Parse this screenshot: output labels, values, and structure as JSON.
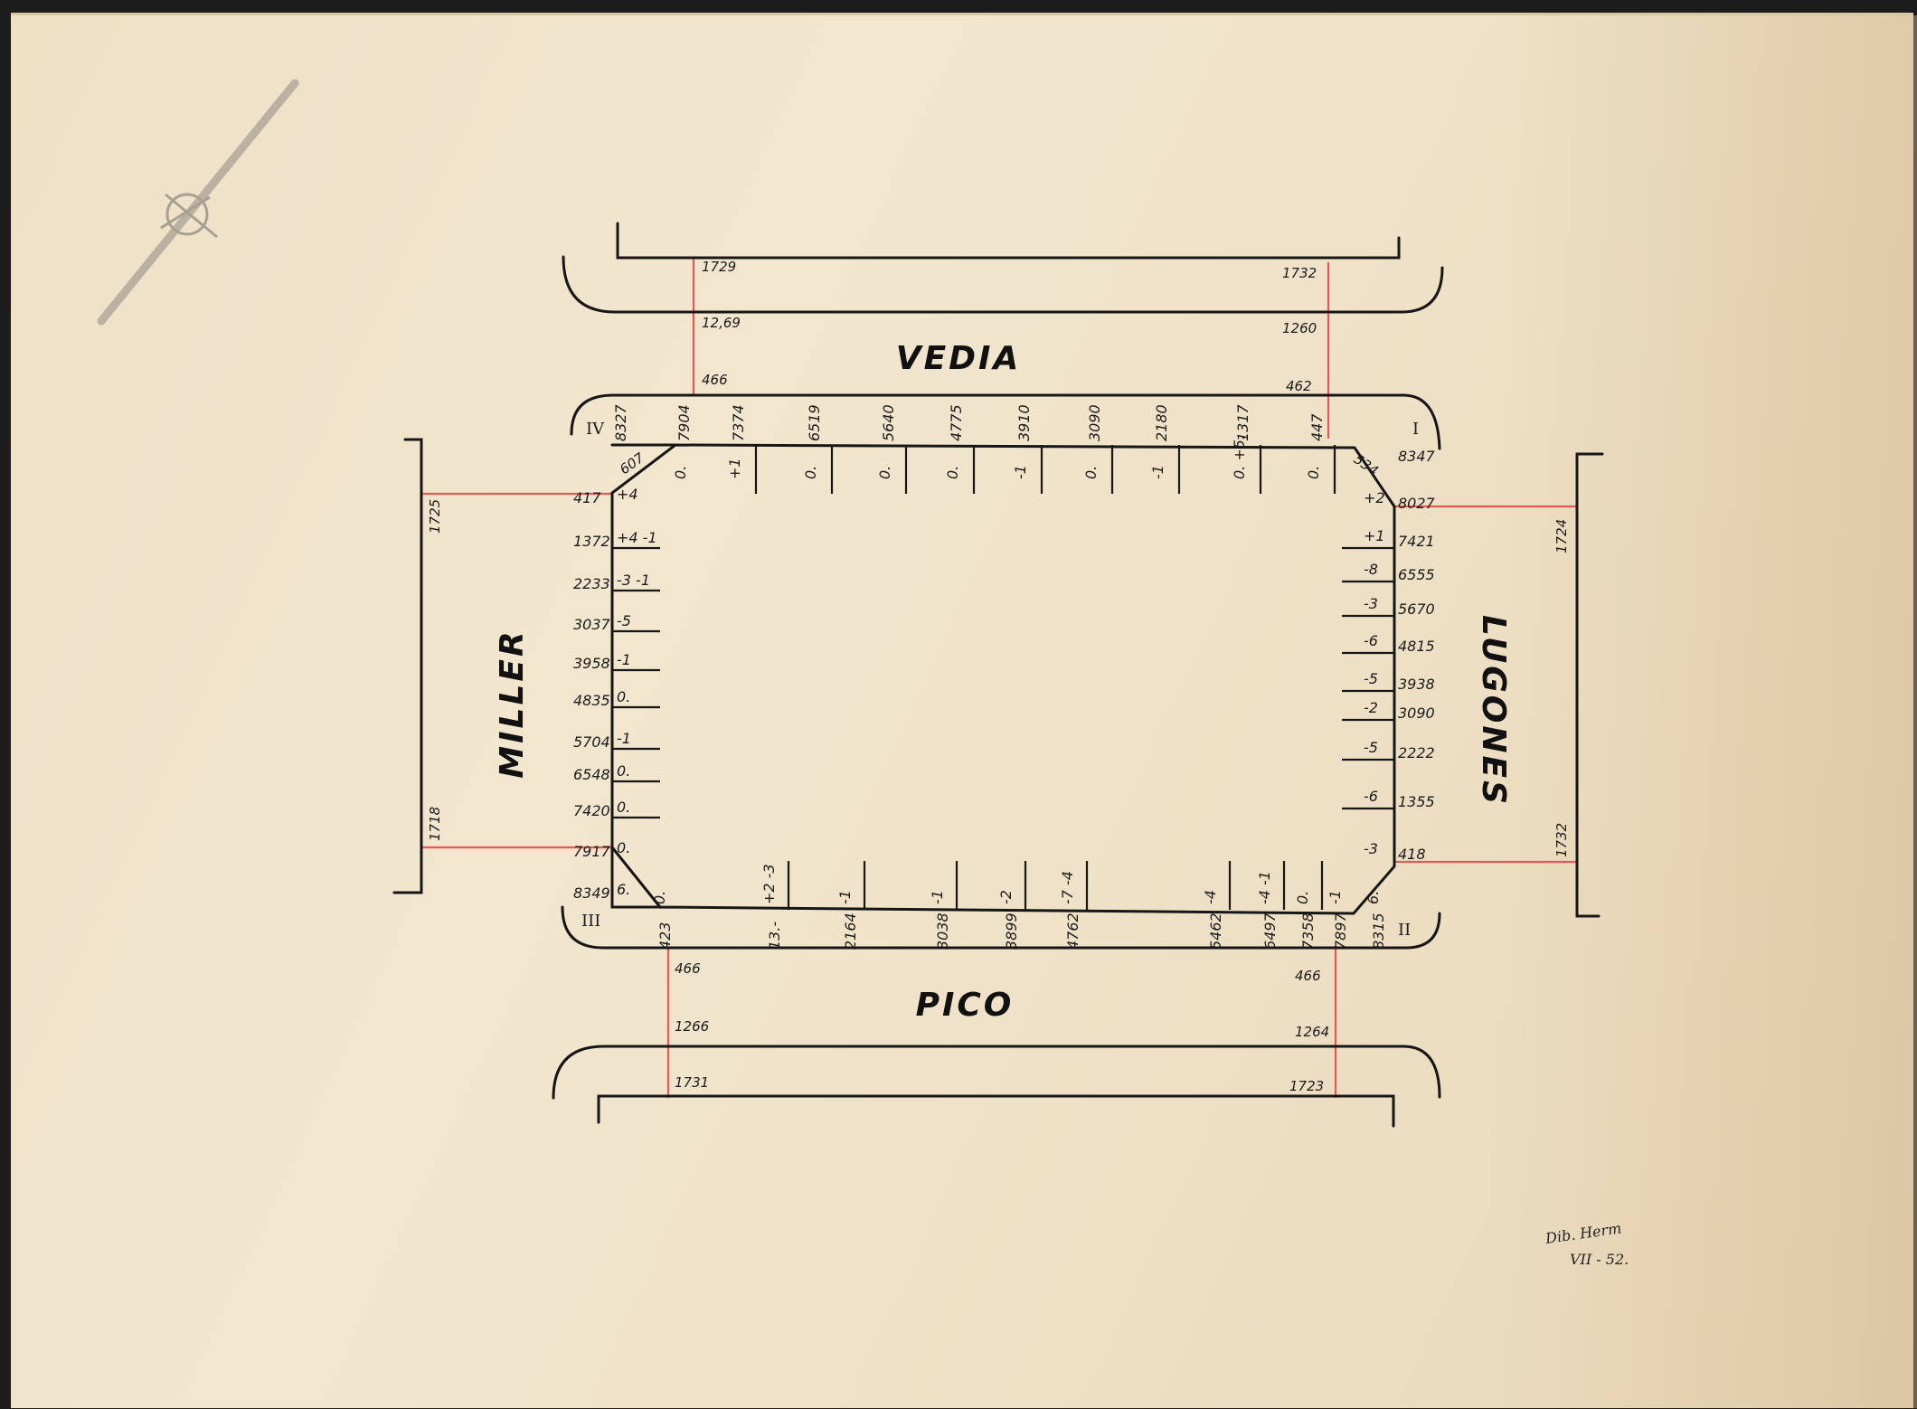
{
  "streets": {
    "north": "VEDIA",
    "south": "PICO",
    "west": "MILLER",
    "east": "LUGONES"
  },
  "corners": [
    "I",
    "II",
    "III",
    "IV"
  ],
  "north": {
    "offsets_left": [
      "1729",
      "12,69",
      "466"
    ],
    "offsets_right": [
      "1732",
      "1260",
      "462"
    ],
    "stations": [
      {
        "s": "8327",
        "d": ""
      },
      {
        "s": "7904",
        "d": "0."
      },
      {
        "s": "7374",
        "d": "+1"
      },
      {
        "s": "6519",
        "d": "0."
      },
      {
        "s": "5640",
        "d": "0."
      },
      {
        "s": "4775",
        "d": "0."
      },
      {
        "s": "3910",
        "d": "-1"
      },
      {
        "s": "3090",
        "d": "0."
      },
      {
        "s": "2180",
        "d": "-1"
      },
      {
        "s": "1317",
        "d": "0. +5."
      },
      {
        "s": "447",
        "d": "0."
      }
    ]
  },
  "west": {
    "offsets": [
      "1725",
      "1718"
    ],
    "stations": [
      {
        "s": "417",
        "d": "+4"
      },
      {
        "s": "1372",
        "d": "+4 -1"
      },
      {
        "s": "2233",
        "d": "-3 -1"
      },
      {
        "s": "3037",
        "d": "-5"
      },
      {
        "s": "3958",
        "d": "-1"
      },
      {
        "s": "4835",
        "d": "0."
      },
      {
        "s": "5704",
        "d": "-1"
      },
      {
        "s": "6548",
        "d": "0."
      },
      {
        "s": "7420",
        "d": "0."
      },
      {
        "s": "7917",
        "d": "0."
      },
      {
        "s": "8349",
        "d": "6."
      }
    ]
  },
  "east": {
    "offsets": [
      "1724",
      "1732"
    ],
    "stations": [
      {
        "s": "8347",
        "d": ""
      },
      {
        "s": "8027",
        "d": "+2"
      },
      {
        "s": "7421",
        "d": "+1"
      },
      {
        "s": "6555",
        "d": "-8"
      },
      {
        "s": "5670",
        "d": "-3"
      },
      {
        "s": "4815",
        "d": "-6"
      },
      {
        "s": "3938",
        "d": "-5"
      },
      {
        "s": "3090",
        "d": "-2"
      },
      {
        "s": "2222",
        "d": "-5"
      },
      {
        "s": "1355",
        "d": "-6"
      },
      {
        "s": "418",
        "d": "-3"
      }
    ],
    "chamfer": "534"
  },
  "south": {
    "offsets_left": [
      "466",
      "1266",
      "1731"
    ],
    "offsets_right": [
      "466",
      "1264",
      "1723"
    ],
    "stations": [
      {
        "s": "423",
        "d": "0."
      },
      {
        "s": "13.-",
        "d": "+2 -3"
      },
      {
        "s": "2164",
        "d": "-1"
      },
      {
        "s": "3038",
        "d": "-1"
      },
      {
        "s": "3899",
        "d": "-2"
      },
      {
        "s": "4762",
        "d": "-7 -4"
      },
      {
        "s": "5462",
        "d": "-4"
      },
      {
        "s": "6497",
        "d": "-4 -1"
      },
      {
        "s": "7358",
        "d": "0."
      },
      {
        "s": "7897",
        "d": "-1"
      },
      {
        "s": "8315",
        "d": "6."
      }
    ]
  },
  "chamfers": {
    "nw": "607",
    "ne": "534"
  },
  "signature": {
    "line1": "Dib. Herm",
    "line2": "VII - 52."
  }
}
